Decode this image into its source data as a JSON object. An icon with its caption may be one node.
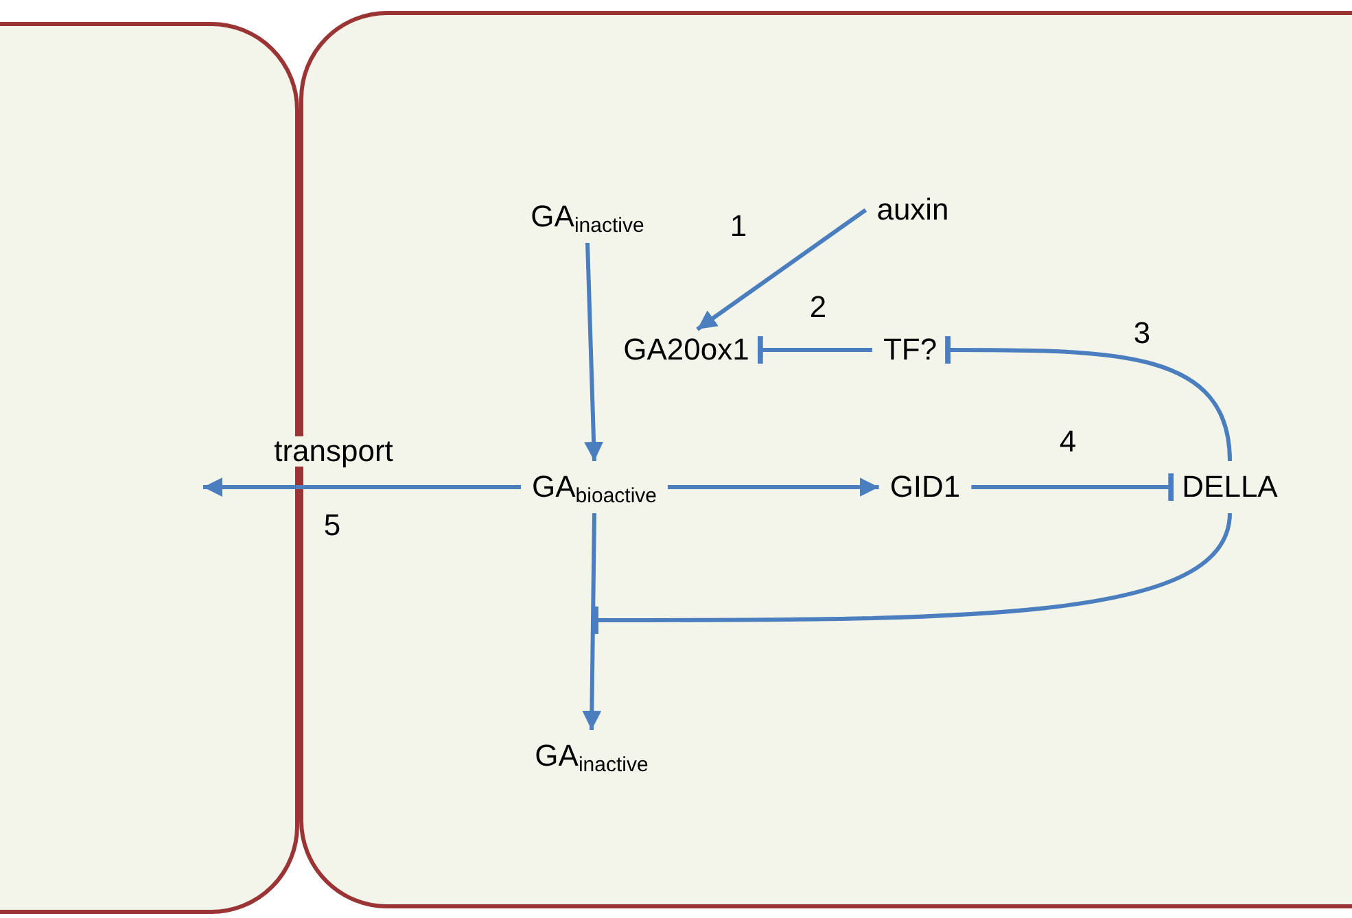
{
  "diagram": {
    "nodes": [
      {
        "text": [],
        "shape": "box"
      },
      {
        "text": [],
        "shape": "box"
      },
      {
        "text": [
          "GA$_{inactive}$"
        ],
        "in": 1
      },
      {
        "text": [
          "auxin"
        ],
        "in": 1
      },
      {
        "text": [
          "GA20ox1"
        ],
        "in": 1
      },
      {
        "text": [
          "TF?"
        ],
        "in": 1
      },
      {
        "text": [
          "GA$_{bioactive}$"
        ],
        "in": 1
      },
      {
        "text": [
          "GID1"
        ],
        "in": 1
      },
      {
        "text": [
          "DELLA"
        ],
        "in": 1
      },
      {
        "text": [
          "GA$_{inactive}$"
        ],
        "in": 1
      }
    ],
    "edges": [
      {
        "from": 2,
        "to": 6,
        "arrow": "to"
      },
      {
        "from": 3,
        "to": 4,
        "arrow": "to",
        "label": "1"
      },
      {
        "from": 5,
        "to": 4,
        "arrow": "other",
        "label": "2"
      },
      {
        "from": 8,
        "to": 5,
        "arrow": "other",
        "label": "3"
      },
      {
        "from": 6,
        "to": 7,
        "arrow": "to"
      },
      {
        "from": 7,
        "to": 8,
        "arrow": "other",
        "label": "4"
      },
      {
        "from": 6,
        "to": 9,
        "arrow": "to"
      },
      {
        "from": 8,
        "to": null,
        "arrow": "other"
      },
      {
        "from": 6,
        "to": 0,
        "arrow": "to",
        "label": "transport"
      }
    ],
    "labels": [
      "5"
    ]
  }
}
